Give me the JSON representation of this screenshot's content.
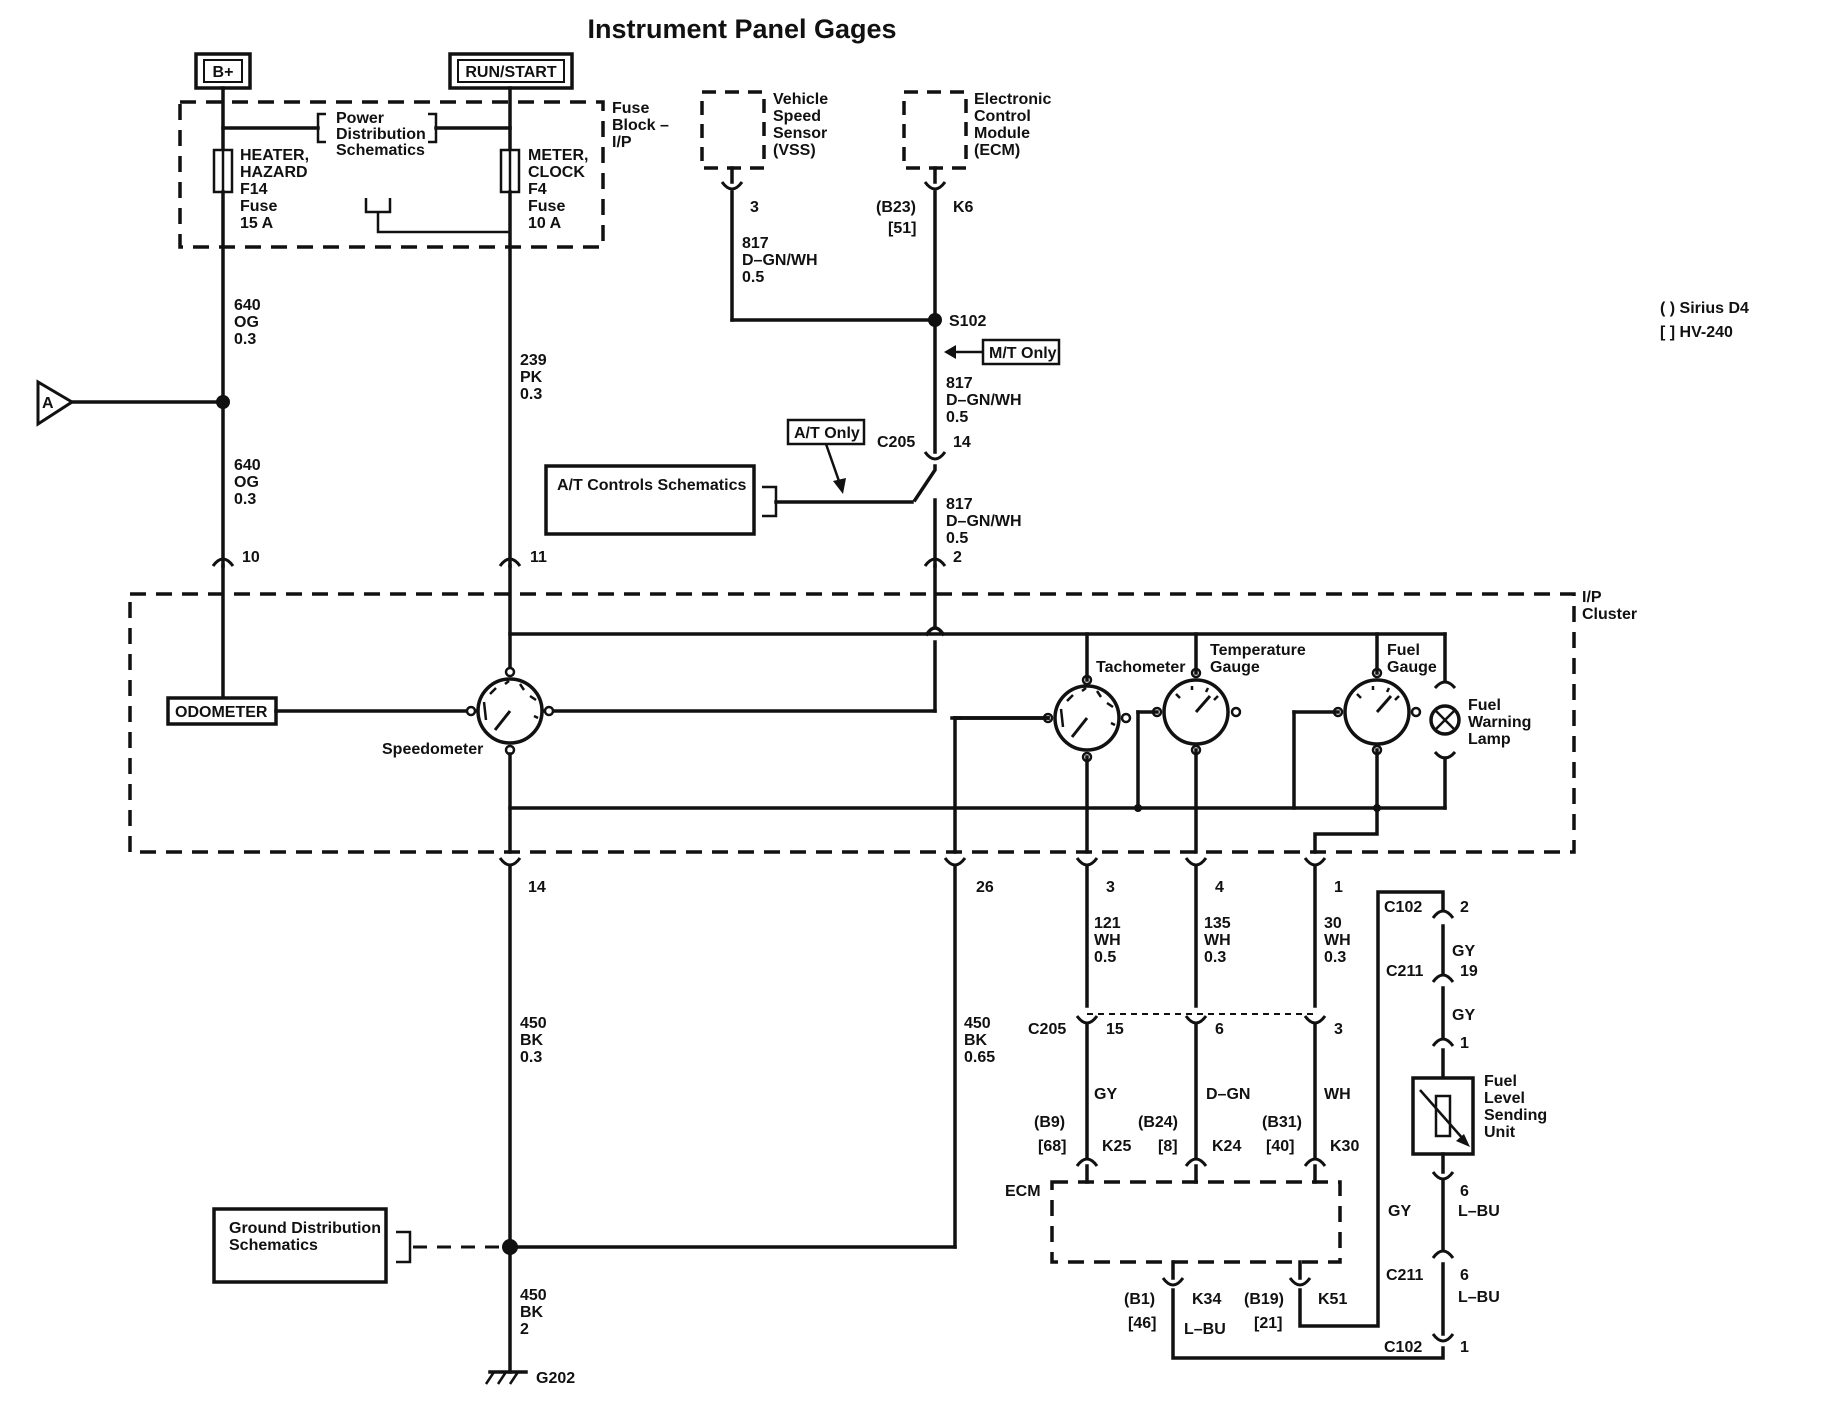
{
  "title": "Instrument Panel Gages",
  "legend": {
    "sirius": "( ) Sirius D4",
    "hv": "[ ] HV-240"
  },
  "power": {
    "bplus": "B+",
    "runstart": "RUN/START"
  },
  "fuse_block": {
    "label": [
      "Fuse",
      "Block –",
      "I/P"
    ],
    "power_dist": [
      "Power",
      "Distribution",
      "Schematics"
    ],
    "fuse_left": [
      "HEATER,",
      "HAZARD",
      "F14",
      "Fuse",
      "15 A"
    ],
    "fuse_right": [
      "METER,",
      "CLOCK",
      "F4",
      "Fuse",
      "10 A"
    ]
  },
  "modules": {
    "vss": [
      "Vehicle",
      "Speed",
      "Sensor",
      "(VSS)"
    ],
    "ecm_top": [
      "Electronic",
      "Control",
      "Module",
      "(ECM)"
    ]
  },
  "wires": {
    "w640a": [
      "640",
      "OG",
      "0.3"
    ],
    "w640b": [
      "640",
      "OG",
      "0.3"
    ],
    "w239": [
      "239",
      "PK",
      "0.3"
    ],
    "w817a": [
      "817",
      "D–GN/WH",
      "0.5"
    ],
    "w817b": [
      "817",
      "D–GN/WH",
      "0.5"
    ],
    "w817c": [
      "817",
      "D–GN/WH",
      "0.5"
    ],
    "w121": [
      "121",
      "WH",
      "0.5"
    ],
    "w135": [
      "135",
      "WH",
      "0.3"
    ],
    "w30": [
      "30",
      "WH",
      "0.3"
    ],
    "w450a": [
      "450",
      "BK",
      "0.3"
    ],
    "w450b": [
      "450",
      "BK",
      "0.65"
    ],
    "w450c": [
      "450",
      "BK",
      "2"
    ]
  },
  "pins": {
    "vss3": "3",
    "b23": "(B23)",
    "b51": "[51]",
    "k6": "K6",
    "s102": "S102",
    "c205top": "C205",
    "p14top": "14",
    "p10": "10",
    "p11": "11",
    "p2": "2",
    "p14": "14",
    "p26": "26",
    "p3": "3",
    "p4": "4",
    "p1": "1",
    "c205": "C205",
    "p15": "15",
    "p6": "6",
    "p3b": "3",
    "gy": "GY",
    "dgn": "D–GN",
    "wh": "WH",
    "b9": "(B9)",
    "p68": "[68]",
    "k25": "K25",
    "b24": "(B24)",
    "p8": "[8]",
    "k24": "K24",
    "b31": "(B31)",
    "p40": "[40]",
    "k30": "K30",
    "ecm": "ECM",
    "b1": "(B1)",
    "p46": "[46]",
    "k34": "K34",
    "lbu_bottom": "L–BU",
    "b19": "(B19)",
    "p21": "[21]",
    "k51": "K51",
    "c102top": "C102",
    "c102p2": "2",
    "gy1": "GY",
    "c211top": "C211",
    "c211p19": "19",
    "gy2": "GY",
    "p1s": "1",
    "p6s": "6",
    "lbu1": "L–BU",
    "gy_side": "GY",
    "c211b": "C211",
    "p6b": "6",
    "lbu2": "L–BU",
    "c102b": "C102",
    "p1b": "1",
    "g202": "G202",
    "connA": "A"
  },
  "callouts": {
    "mt_only": "M/T Only",
    "at_only": "A/T Only"
  },
  "boxes": {
    "at_controls": "A/T Controls Schematics",
    "ground_dist": [
      "Ground Distribution",
      "Schematics"
    ],
    "odometer": "ODOMETER"
  },
  "cluster": {
    "label": [
      "I/P",
      "Cluster"
    ],
    "speedometer": "Speedometer",
    "tachometer": "Tachometer",
    "temp": [
      "Temperature",
      "Gauge"
    ],
    "fuel": [
      "Fuel",
      "Gauge"
    ],
    "lamp": [
      "Fuel",
      "Warning",
      "Lamp"
    ]
  },
  "sender": [
    "Fuel",
    "Level",
    "Sending",
    "Unit"
  ]
}
